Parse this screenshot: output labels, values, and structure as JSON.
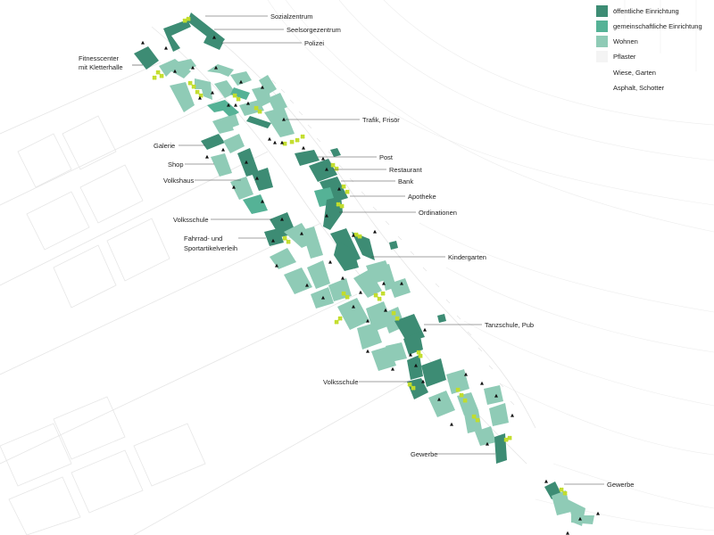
{
  "colors": {
    "public": "#3d8c74",
    "community": "#55b296",
    "housing": "#8fcbb6",
    "paving": "#f4f4f4",
    "meadow": "#c2dd2a"
  },
  "legend": [
    {
      "key": "public",
      "label": "öffentliche Einrichtung",
      "swatch": "#3d8c74"
    },
    {
      "key": "community",
      "label": "gemeinschaftliche Einrichtung",
      "swatch": "#55b296"
    },
    {
      "key": "housing",
      "label": "Wohnen",
      "swatch": "#8fcbb6"
    },
    {
      "key": "paving",
      "label": "Pflaster",
      "swatch": "#f4f4f4"
    },
    {
      "key": "meadow",
      "label": "Wiese, Garten",
      "swatch": ""
    },
    {
      "key": "asphalt",
      "label": "Asphalt, Schotter",
      "swatch": ""
    }
  ],
  "labels": {
    "sozialzentrum": "Sozialzentrum",
    "seelsorgezentrum": "Seelsorgezentrum",
    "polizei": "Polizei",
    "fitness_line1": "Fitnesscenter",
    "fitness_line2": "mit Kletterhalle",
    "trafik": "Trafik, Frisör",
    "galerie": "Galerie",
    "post": "Post",
    "shop": "Shop",
    "restaurant": "Restaurant",
    "volkshaus": "Volkshaus",
    "bank": "Bank",
    "apotheke": "Apotheke",
    "ordinationen": "Ordinationen",
    "volksschule_1": "Volksschule",
    "fahrrad_line1": "Fahrrad- und",
    "fahrrad_line2": "Sportartikelverleih",
    "kindergarten": "Kindergarten",
    "tanzschule": "Tanzschule, Pub",
    "volksschule_2": "Volksschule",
    "gewerbe_1": "Gewerbe",
    "gewerbe_2": "Gewerbe"
  }
}
